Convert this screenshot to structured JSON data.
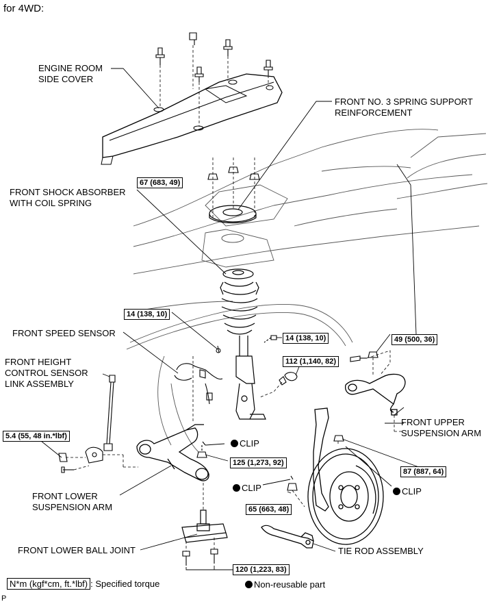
{
  "heading": "for 4WD:",
  "labels": {
    "engine_room_side_cover": [
      "ENGINE ROOM",
      "SIDE COVER"
    ],
    "spring_support": [
      "FRONT NO. 3 SPRING SUPPORT",
      "REINFORCEMENT"
    ],
    "shock_absorber": [
      "FRONT SHOCK ABSORBER",
      "WITH COIL SPRING"
    ],
    "speed_sensor": [
      "FRONT SPEED SENSOR"
    ],
    "height_sensor": [
      "FRONT HEIGHT",
      "CONTROL SENSOR",
      "LINK ASSEMBLY"
    ],
    "upper_arm": [
      "FRONT UPPER",
      "SUSPENSION ARM"
    ],
    "lower_arm": [
      "FRONT LOWER",
      "SUSPENSION ARM"
    ],
    "ball_joint": [
      "FRONT LOWER BALL JOINT"
    ],
    "tie_rod": [
      "TIE ROD ASSEMBLY"
    ]
  },
  "torques": {
    "t67": "67 (683, 49)",
    "t14a": "14 (138, 10)",
    "t14b": "14 (138, 10)",
    "t49": "49 (500, 36)",
    "t112": "112 (1,140, 82)",
    "t54": "5.4 (55, 48 in.*lbf)",
    "t125": "125 (1,273, 92)",
    "t87": "87 (887, 64)",
    "t65": "65 (663, 48)",
    "t120": "120 (1,223, 83)"
  },
  "clips": {
    "clip1": "CLIP",
    "clip2": "CLIP",
    "clip3": "CLIP"
  },
  "legend": {
    "torque_unit": "N*m (kgf*cm, ft.*lbf)",
    "torque_desc": ": Specified torque",
    "nonreusable": "Non-reusable part"
  },
  "corner_mark": "P"
}
